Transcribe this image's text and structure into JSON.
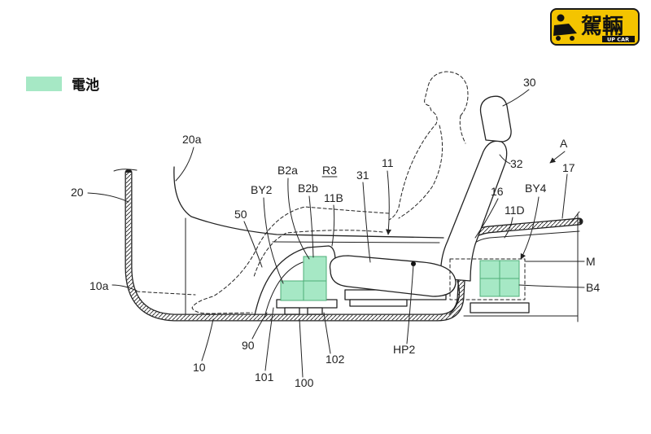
{
  "logo": {
    "name": "駕輛",
    "tagline": "UP CAR",
    "background": "#f4c400"
  },
  "legend": {
    "label": "電池",
    "color": "#a6e8c5"
  },
  "colors": {
    "battery_fill": "#a6e8c5",
    "battery_stroke": "#4fae78"
  },
  "callouts": {
    "c30": "30",
    "cA": "A",
    "c20a": "20a",
    "c11": "11",
    "c32": "32",
    "c17": "17",
    "c20": "20",
    "cB2a": "B2a",
    "cR3": "R3",
    "c31": "31",
    "cBY2": "BY2",
    "cB2b": "B2b",
    "c16": "16",
    "cBY4": "BY4",
    "c11B": "11B",
    "c11D": "11D",
    "c50": "50",
    "cM": "M",
    "c10a": "10a",
    "cB4": "B4",
    "c90": "90",
    "c102": "102",
    "cHP2": "HP2",
    "c10": "10",
    "c101": "101",
    "c100": "100"
  }
}
